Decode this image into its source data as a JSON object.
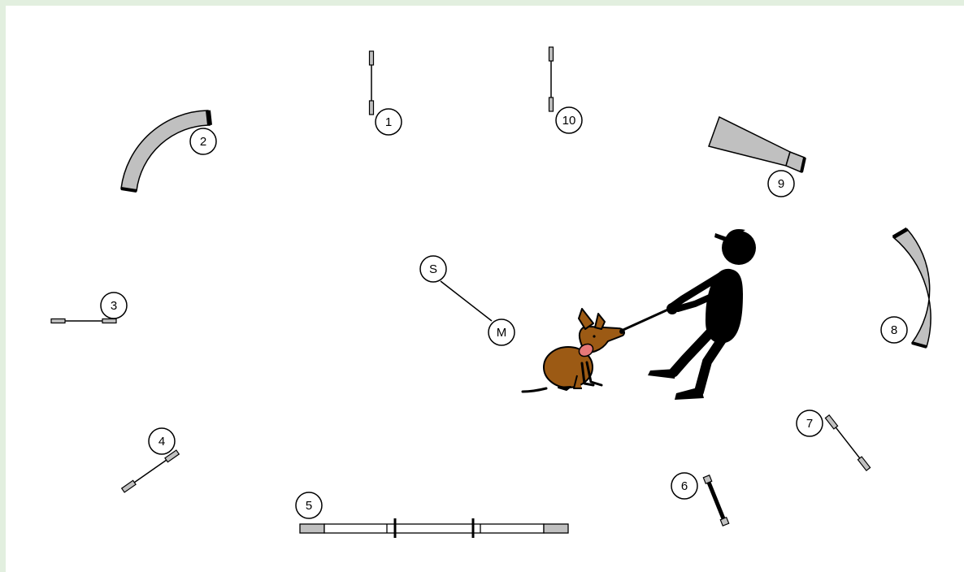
{
  "course": {
    "obstacles": [
      {
        "id": "jump-1",
        "label": "1",
        "type": "jump"
      },
      {
        "id": "tunnel-2",
        "label": "2",
        "type": "tunnel"
      },
      {
        "id": "jump-3",
        "label": "3",
        "type": "jump"
      },
      {
        "id": "jump-4",
        "label": "4",
        "type": "jump"
      },
      {
        "id": "dogwalk-5",
        "label": "5",
        "type": "dog walk"
      },
      {
        "id": "jump-6",
        "label": "6",
        "type": "jump"
      },
      {
        "id": "jump-7",
        "label": "7",
        "type": "jump"
      },
      {
        "id": "tunnel-8",
        "label": "8",
        "type": "tunnel"
      },
      {
        "id": "chute-9",
        "label": "9",
        "type": "chute"
      },
      {
        "id": "jump-10",
        "label": "10",
        "type": "jump"
      }
    ],
    "start_label": "S",
    "finish_label": "M"
  },
  "colors": {
    "background": "#e2efdf",
    "field": "#ffffff",
    "equipment_fill": "#c0c0c0",
    "dog_body": "#9c5a14",
    "dog_collar": "#e87878",
    "handler": "#000000"
  },
  "illustration": {
    "handler_icon": "handler-silhouette-icon",
    "dog_icon": "dog-icon"
  }
}
